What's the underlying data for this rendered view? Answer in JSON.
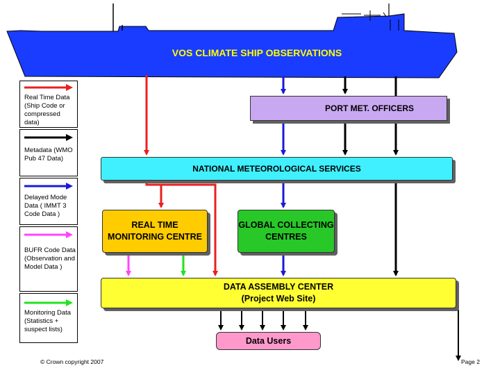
{
  "ship_title": "VOS CLIMATE SHIP OBSERVATIONS",
  "legend": [
    {
      "label": "Real Time  Data (Ship Code or compressed data)",
      "color": "#e82020"
    },
    {
      "label": "Metadata (WMO Pub 47 Data)",
      "color": "#000000"
    },
    {
      "label": "Delayed Mode Data ( IMMT 3 Code Data )",
      "color": "#1a1ad8"
    },
    {
      "label": "BUFR Code Data (Observation and Model Data )",
      "color": "#ff44ff"
    },
    {
      "label": "Monitoring Data (Statistics + suspect lists)",
      "color": "#22e222"
    }
  ],
  "boxes": {
    "port": "PORT MET. OFFICERS",
    "nms": "NATIONAL METEOROLOGICAL SERVICES",
    "rtmc": "REAL TIME MONITORING CENTRE",
    "gcc": "GLOBAL COLLECTING CENTRES",
    "dac_title": "DATA  ASSEMBLY CENTER",
    "dac_subtitle": "(Project Web Site)",
    "users": "Data Users"
  },
  "colors": {
    "ship": "#1a3cff",
    "real_time": "#e82020",
    "metadata": "#000000",
    "delayed": "#1a1ad8",
    "bufr": "#ff44ff",
    "monitoring": "#22e222",
    "port_fill": "#c8a8f0",
    "nms_fill": "#40f0ff",
    "rtmc_fill": "#ffcc00",
    "gcc_fill": "#28c828",
    "dac_fill": "#ffff33",
    "users_fill": "#ff99cc"
  },
  "footer": {
    "copyright": "© Crown copyright 2007",
    "page": "Page 2"
  }
}
